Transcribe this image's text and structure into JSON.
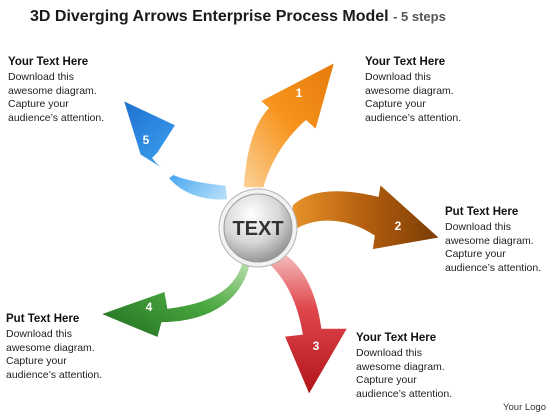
{
  "header": {
    "title": "3D Diverging Arrows Enterprise Process Model",
    "subtitle": "- 5 steps"
  },
  "center": {
    "label": "TEXT"
  },
  "arrows": [
    {
      "number": "1",
      "color": "#f7941d"
    },
    {
      "number": "2",
      "color": "#a0500a"
    },
    {
      "number": "3",
      "color": "#d9282f"
    },
    {
      "number": "4",
      "color": "#3a9a35"
    },
    {
      "number": "5",
      "color": "#2f8fe0"
    }
  ],
  "text_blocks": [
    {
      "heading": "Your Text Here",
      "lines": [
        "Download this",
        "awesome diagram.",
        "Capture your",
        "audience’s attention."
      ]
    },
    {
      "heading": "Your Text Here",
      "lines": [
        "Download this",
        "awesome diagram.",
        "Capture your",
        "audience’s attention."
      ]
    },
    {
      "heading": "Put Text Here",
      "lines": [
        "Download this",
        "awesome diagram.",
        "Capture your",
        "audience’s attention."
      ]
    },
    {
      "heading": "Put Text Here",
      "lines": [
        "Download this",
        "awesome diagram.",
        "Capture your",
        "audience’s attention."
      ]
    },
    {
      "heading": "Your Text Here",
      "lines": [
        "Download this",
        "awesome diagram.",
        "Capture your",
        "audience’s attention."
      ]
    }
  ],
  "footer": {
    "logo": "Your Logo"
  }
}
